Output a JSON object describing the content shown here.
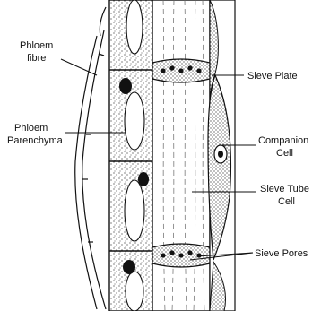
{
  "diagram": {
    "labels": {
      "phloem_fibre_line1": "Phloem",
      "phloem_fibre_line2": "fibre",
      "phloem_parenchyma_line1": "Phloem",
      "phloem_parenchyma_line2": "Parenchyma",
      "sieve_plate": "Sieve Plate",
      "companion_cell_line1": "Companion",
      "companion_cell_line2": "Cell",
      "sieve_tube_cell_line1": "Sieve Tube",
      "sieve_tube_cell_line2": "Cell",
      "sieve_pores": "Sieve Pores"
    }
  }
}
